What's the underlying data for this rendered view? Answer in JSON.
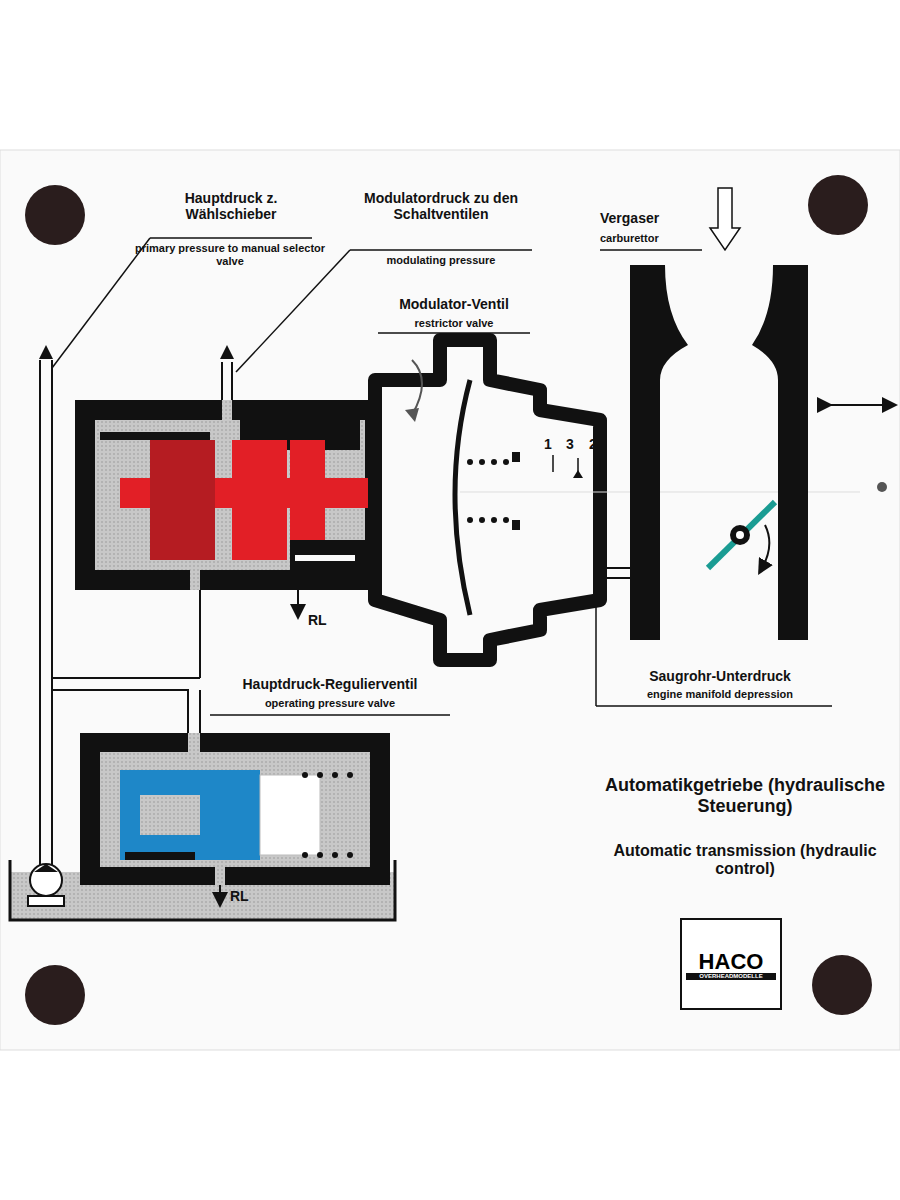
{
  "diagram": {
    "title": "Automatikgetriebe (hydraulische Steuerung)",
    "caption": "Automatic transmission (hydraulic control)",
    "nodes": [
      {
        "text": [
          "HACO",
          "OVERHEADMODELLE"
        ]
      }
    ],
    "labels": [
      "Hauptdruck z. Wählschieber",
      "primary pressure to manual selector valve",
      "Modulatordruck zu den Schaltventilen",
      "modulating pressure",
      "Modulator-Ventil",
      "restrictor valve",
      "Vergaser",
      "carburettor",
      "1",
      "3",
      "2",
      "RL",
      "RL",
      "Hauptdruck-Regulierventil",
      "operating pressure valve",
      "Saugrohr-Unterdruck",
      "engine manifold depression"
    ]
  }
}
